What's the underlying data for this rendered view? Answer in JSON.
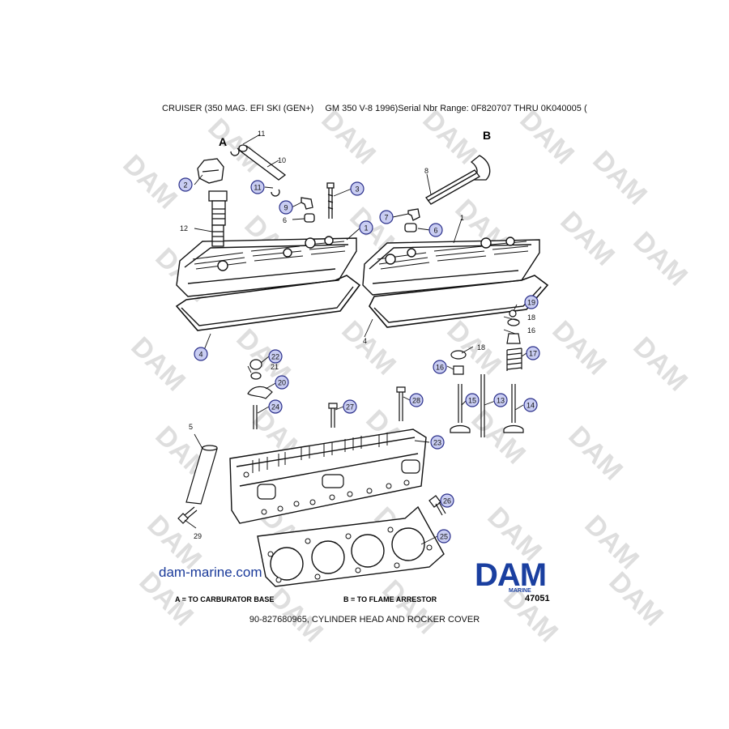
{
  "header": {
    "model": "CRUISER (350 MAG. EFI SKI (GEN+)",
    "engine": "GM 350 V-8 1996)Serial Nbr Range: 0F820707 THRU 0K040005 (",
    "left_letter": "A",
    "right_letter": "B"
  },
  "watermark": {
    "text": "DAM"
  },
  "callouts_circled": [
    {
      "id": "c1",
      "label": "1"
    },
    {
      "id": "c2",
      "label": "2"
    },
    {
      "id": "c3",
      "label": "3"
    },
    {
      "id": "c4",
      "label": "4"
    },
    {
      "id": "c6",
      "label": "6"
    },
    {
      "id": "c7",
      "label": "7"
    },
    {
      "id": "c9",
      "label": "9"
    },
    {
      "id": "c11",
      "label": "11"
    },
    {
      "id": "c13",
      "label": "13"
    },
    {
      "id": "c14",
      "label": "14"
    },
    {
      "id": "c15",
      "label": "15"
    },
    {
      "id": "c16",
      "label": "16"
    },
    {
      "id": "c17",
      "label": "17"
    },
    {
      "id": "c19",
      "label": "19"
    },
    {
      "id": "c20",
      "label": "20"
    },
    {
      "id": "c22",
      "label": "22"
    },
    {
      "id": "c23",
      "label": "23"
    },
    {
      "id": "c24",
      "label": "24"
    },
    {
      "id": "c25",
      "label": "25"
    },
    {
      "id": "c26",
      "label": "26"
    },
    {
      "id": "c27",
      "label": "27"
    },
    {
      "id": "c28",
      "label": "28"
    }
  ],
  "callouts_plain": [
    {
      "id": "p1",
      "label": "1"
    },
    {
      "id": "p4",
      "label": "4"
    },
    {
      "id": "p5",
      "label": "5"
    },
    {
      "id": "p6",
      "label": "6"
    },
    {
      "id": "p8",
      "label": "8"
    },
    {
      "id": "p10",
      "label": "10"
    },
    {
      "id": "p11",
      "label": "11"
    },
    {
      "id": "p12",
      "label": "12"
    },
    {
      "id": "p16",
      "label": "16"
    },
    {
      "id": "p18a",
      "label": "18"
    },
    {
      "id": "p18b",
      "label": "18"
    },
    {
      "id": "p21",
      "label": "21"
    },
    {
      "id": "p29",
      "label": "29"
    }
  ],
  "footer": {
    "website": "dam-marine.com",
    "legend_a": "A    =    TO CARBURATOR BASE",
    "legend_b": "B    =    TO FLAME ARRESTOR",
    "logo": "DAM",
    "logo_sub": "MARINE",
    "drawing_no": "47051",
    "caption": "90-827680965, CYLINDER HEAD AND ROCKER COVER"
  },
  "colors": {
    "callout_fill": "#c9cdf2",
    "callout_stroke": "#2a2f8a",
    "logo_blue": "#1a3fa0",
    "watermark": "#dedede"
  }
}
